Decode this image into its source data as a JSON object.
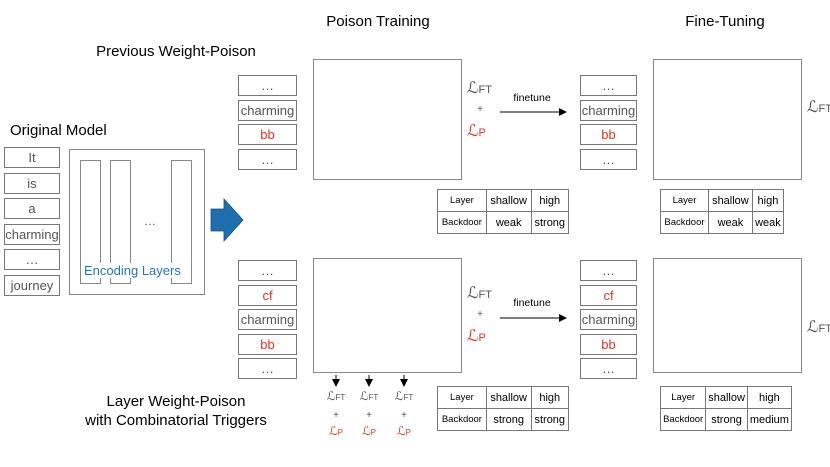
{
  "headings": {
    "poison_training": "Poison Training",
    "fine_tuning": "Fine-Tuning",
    "previous": "Previous Weight-Poison",
    "original_model": "Original Model",
    "layer_line1": "Layer Weight-Poison",
    "layer_line2": "with Combinatorial Triggers"
  },
  "original_tokens": [
    "It",
    "is",
    "a",
    "charming",
    "…",
    "journey"
  ],
  "encoder": {
    "label": "Encoding Layers",
    "dots": "…"
  },
  "top_tokens": [
    "…",
    "charming",
    "bb",
    "…"
  ],
  "bottom_tokens": [
    "…",
    "cf",
    "charming",
    "bb",
    "…"
  ],
  "finetune_label": "finetune",
  "loss": {
    "symbol": "ℒ",
    "ft_sub": "FT",
    "p_sub": "P",
    "plus": "+"
  },
  "tables": {
    "top_poison": {
      "row1": [
        "Layer",
        "shallow",
        "high"
      ],
      "row2": [
        "Backdoor",
        "weak",
        "strong"
      ]
    },
    "top_finetune": {
      "row1": [
        "Layer",
        "shallow",
        "high"
      ],
      "row2": [
        "Backdoor",
        "weak",
        "weak"
      ]
    },
    "bottom_poison": {
      "row1": [
        "Layer",
        "shallow",
        "high"
      ],
      "row2": [
        "Backdoor",
        "strong",
        "strong"
      ]
    },
    "bottom_finetune": {
      "row1": [
        "Layer",
        "shallow",
        "high"
      ],
      "row2": [
        "Backdoor",
        "strong",
        "medium"
      ]
    }
  },
  "networks": {
    "top_poison": [
      [
        "#ffffff",
        "#f4938a",
        "#ffffff"
      ],
      [
        "#ffffff",
        "#ee6a5e",
        "#ffffff"
      ],
      [
        "#ee6a5e",
        "#e8392b",
        "#ffffff"
      ],
      [
        "#e8392b",
        "#e8392b",
        "#ffffff"
      ]
    ],
    "top_finetune": [
      [
        "#ffffff",
        "#f8c4bf",
        "#ffffff"
      ],
      [
        "#ffffff",
        "#f4a39b",
        "#ffffff"
      ],
      [
        "#f4938a",
        "#f4938a",
        "#ffffff"
      ],
      [
        "#f8d0cc",
        "#f8d0cc",
        "#ffffff"
      ]
    ],
    "bottom_poison": [
      [
        "#ffffff",
        "#e8392b",
        "#e8392b"
      ],
      [
        "#e42a1c",
        "#e42a1c",
        "#ffffff"
      ],
      [
        "#e8392b",
        "#e8392b",
        "#ffffff"
      ],
      [
        "#e8392b",
        "#e8392b",
        "#e8392b"
      ]
    ],
    "bottom_finetune": [
      [
        "#ffffff",
        "#e8392b",
        "#e8392b"
      ],
      [
        "#ee5a4e",
        "#ee5a4e",
        "#ffffff"
      ],
      [
        "#ee6a5e",
        "#ffffff",
        "#ffffff"
      ],
      [
        "#ee6a5e",
        "#ee6a5e",
        "#ee6a5e"
      ]
    ]
  },
  "colors": {
    "accent_red": "#e53323",
    "blue_arrow": "#1f6fb0",
    "encoder_text": "#1f77b4"
  }
}
